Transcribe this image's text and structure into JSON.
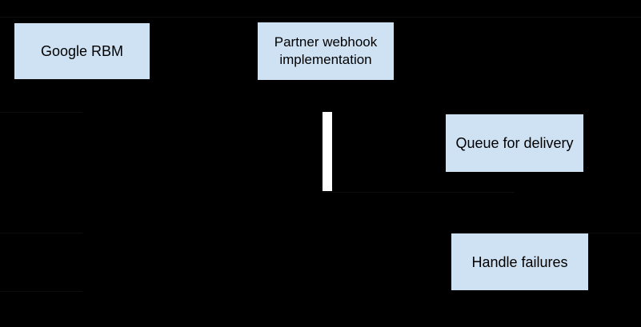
{
  "diagram": {
    "type": "sequence-diagram",
    "background_color": "#000000",
    "node_fill_color": "#cfe2f3",
    "node_text_color": "#000000",
    "activation_fill_color": "#ffffff",
    "nodes": [
      {
        "id": "google-rbm",
        "label": "Google RBM"
      },
      {
        "id": "partner-webhook-implementation",
        "label": "Partner webhook implementation"
      },
      {
        "id": "queue-for-delivery",
        "label": "Queue for delivery"
      },
      {
        "id": "handle-failures",
        "label": "Handle failures"
      }
    ]
  }
}
